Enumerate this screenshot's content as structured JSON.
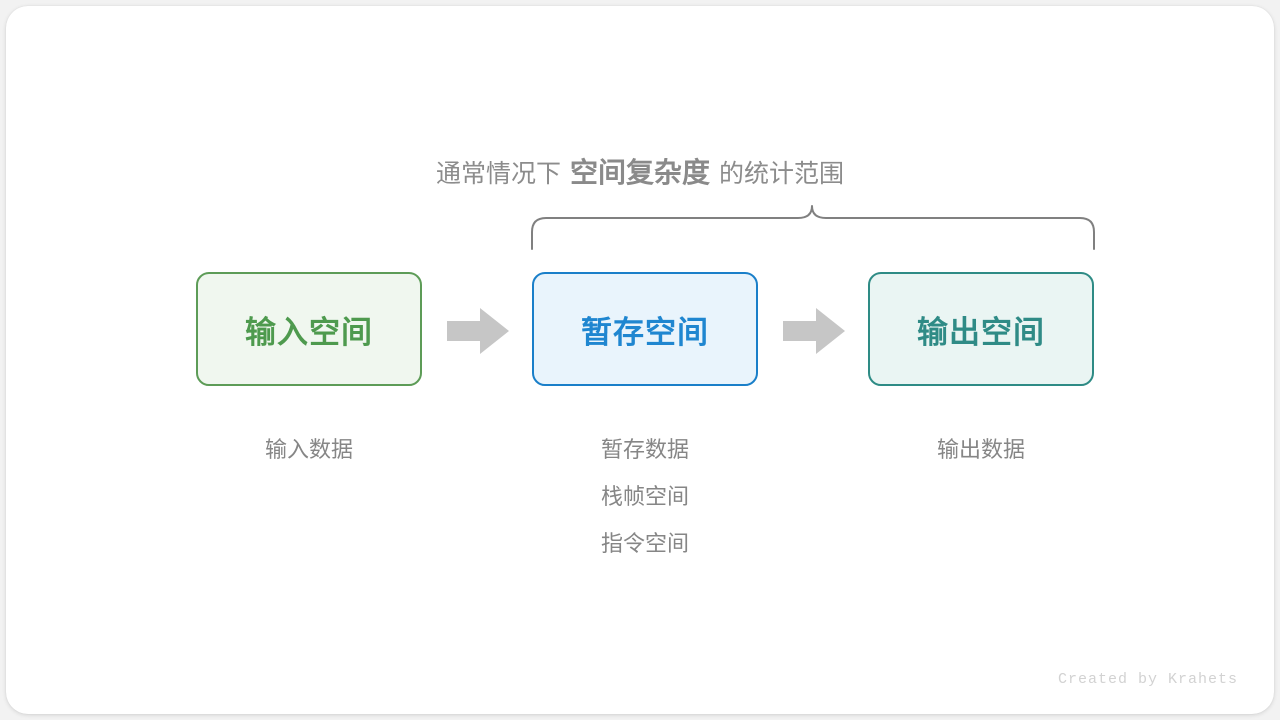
{
  "diagram": {
    "caption": {
      "prefix": "通常情况下",
      "emphasis": "空间复杂度",
      "suffix": "的统计范围"
    },
    "boxes": [
      {
        "title": "输入空间",
        "color": "#4e9a4e",
        "border": "#5d9c57",
        "fill": "#f0f7ef"
      },
      {
        "title": "暂存空间",
        "color": "#1f86d0",
        "border": "#1a7fc9",
        "fill": "#e9f4fc"
      },
      {
        "title": "输出空间",
        "color": "#2f8b86",
        "border": "#2e8b85",
        "fill": "#eaf5f3"
      }
    ],
    "sublabels": {
      "input": [
        "输入数据"
      ],
      "temp": [
        "暂存数据",
        "栈帧空间",
        "指令空间"
      ],
      "output": [
        "输出数据"
      ]
    },
    "arrows": {
      "count": 2,
      "color": "#c6c6c6"
    },
    "brace": {
      "color": "#808080"
    },
    "credit": "Created by Krahets"
  }
}
